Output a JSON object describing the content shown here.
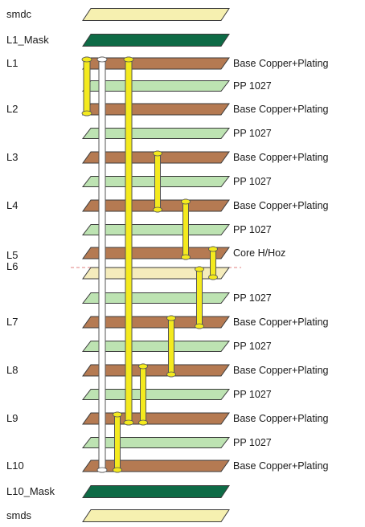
{
  "colors": {
    "solder_paste": "#f6f0b0",
    "mask": "#0e6b46",
    "copper": "#b57a52",
    "prepreg": "#bde3b2",
    "core": "#f5ecbc",
    "via_yellow": "#f4ea1e",
    "via_white": "#ffffff",
    "outline": "#3a3a3a",
    "core_line": "#e08080"
  },
  "layer_names": {
    "smdc": "smdc",
    "l1_mask": "L1_Mask",
    "l1": "L1",
    "l2": "L2",
    "l3": "L3",
    "l4": "L4",
    "l5": "L5",
    "l6": "L6",
    "l7": "L7",
    "l8": "L8",
    "l9": "L9",
    "l10": "L10",
    "l10_mask": "L10_Mask",
    "smds": "smds"
  },
  "materials": {
    "copper": "Base Copper+Plating",
    "prepreg": "PP 1027",
    "core": "Core H/Hoz"
  },
  "stack": [
    {
      "type": "paste",
      "layer": "smdc"
    },
    {
      "type": "mask",
      "layer": "l1_mask"
    },
    {
      "type": "copper",
      "layer": "l1",
      "material": "copper"
    },
    {
      "type": "prepreg",
      "material": "prepreg"
    },
    {
      "type": "copper",
      "layer": "l2",
      "material": "copper"
    },
    {
      "type": "prepreg",
      "material": "prepreg"
    },
    {
      "type": "copper",
      "layer": "l3",
      "material": "copper"
    },
    {
      "type": "prepreg",
      "material": "prepreg"
    },
    {
      "type": "copper",
      "layer": "l4",
      "material": "copper"
    },
    {
      "type": "prepreg",
      "material": "prepreg"
    },
    {
      "type": "copper",
      "layer": "l5",
      "material": "core"
    },
    {
      "type": "core",
      "layer": "l6"
    },
    {
      "type": "prepreg",
      "material": "prepreg"
    },
    {
      "type": "copper",
      "layer": "l7",
      "material": "copper"
    },
    {
      "type": "prepreg",
      "material": "prepreg"
    },
    {
      "type": "copper",
      "layer": "l8",
      "material": "copper"
    },
    {
      "type": "prepreg",
      "material": "prepreg"
    },
    {
      "type": "copper",
      "layer": "l9",
      "material": "copper"
    },
    {
      "type": "prepreg",
      "material": "prepreg"
    },
    {
      "type": "copper",
      "layer": "l10",
      "material": "copper"
    },
    {
      "type": "mask",
      "layer": "l10_mask"
    },
    {
      "type": "paste",
      "layer": "smds"
    }
  ],
  "vias": [
    {
      "kind": "through",
      "from": "l1",
      "to": "l10"
    },
    {
      "kind": "stacked",
      "from": "l1",
      "to": "l2"
    },
    {
      "kind": "stacked",
      "from": "l1",
      "to": "l9"
    },
    {
      "kind": "blind",
      "from": "l3",
      "to": "l4"
    },
    {
      "kind": "blind",
      "from": "l4",
      "to": "l5"
    },
    {
      "kind": "buried",
      "from": "l5",
      "to": "l6"
    },
    {
      "kind": "blind",
      "from": "l6",
      "to": "l7"
    },
    {
      "kind": "blind",
      "from": "l7",
      "to": "l8"
    },
    {
      "kind": "blind",
      "from": "l8",
      "to": "l9"
    },
    {
      "kind": "blind",
      "from": "l9",
      "to": "l10"
    }
  ]
}
